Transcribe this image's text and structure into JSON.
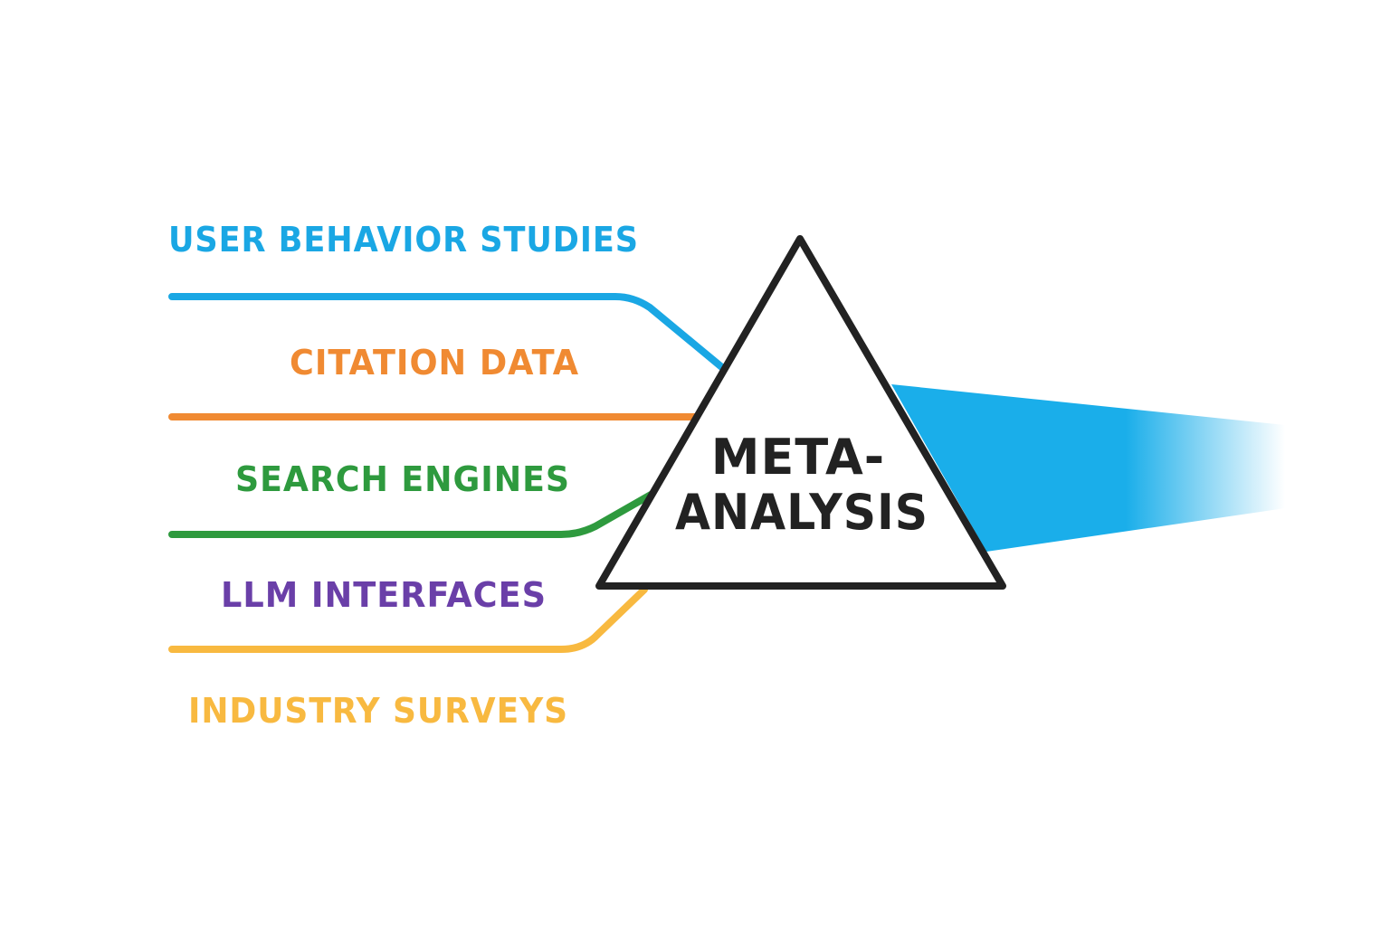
{
  "center": {
    "line1": "META-",
    "line2": "ANALYSIS",
    "outline_color": "#222222"
  },
  "sources": [
    {
      "label": "USER BEHAVIOR STUDIES",
      "color": "#1AA7E4"
    },
    {
      "label": "CITATION DATA",
      "color": "#F08A32"
    },
    {
      "label": "SEARCH ENGINES",
      "color": "#2E9A3E"
    },
    {
      "label": "LLM INTERFACES",
      "color": "#6A3FA8"
    },
    {
      "label": "INDUSTRY SURVEYS",
      "color": "#F8B940"
    }
  ],
  "output_beam": {
    "color": "#1AAEEA"
  }
}
